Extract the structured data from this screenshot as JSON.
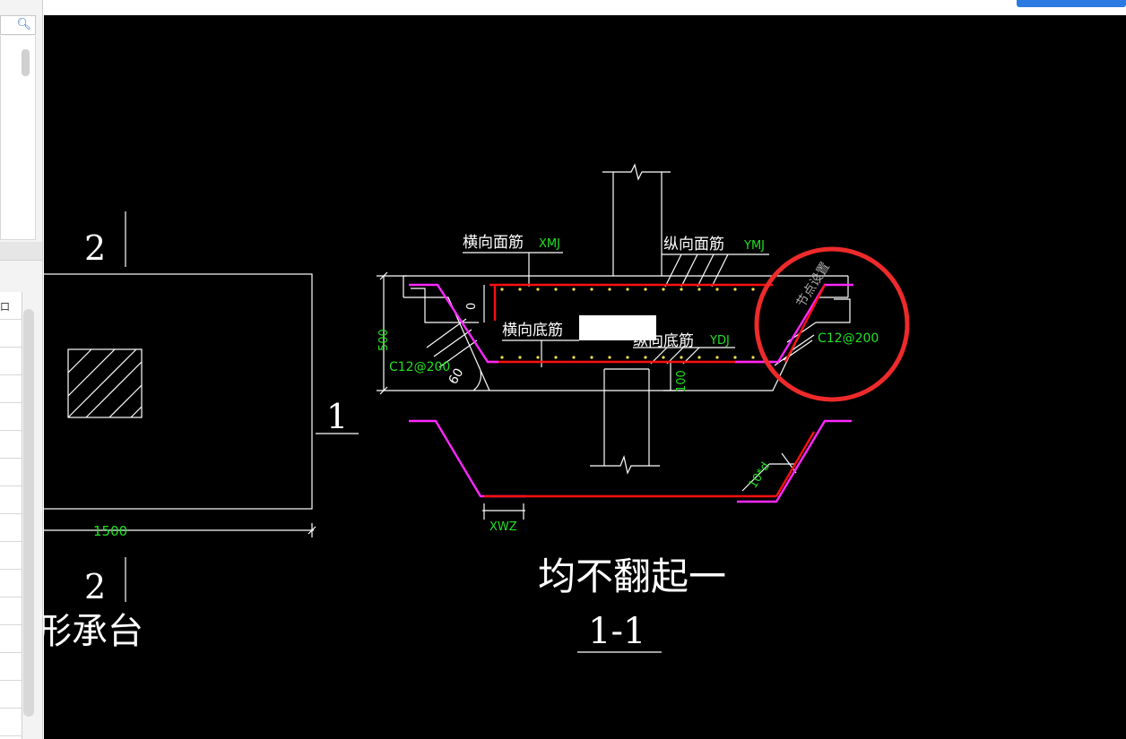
{
  "window": {
    "search_icon": "magnifier-icon",
    "grid_cell_text": "口"
  },
  "colors": {
    "canvas_bg": "#000000",
    "line_white": "#ffffff",
    "rebar_red": "#ff1010",
    "rebar_magenta": "#ff28ff",
    "annotation_green": "#22e022",
    "highlight_circle": "#ee2a2a"
  },
  "drawing": {
    "plan": {
      "section_mark_2_top": "2",
      "section_mark_1": "1",
      "section_mark_2_bottom": "2",
      "dim_width": "1500",
      "caption": "形承台"
    },
    "section": {
      "label_top_transverse_cn": "横向面筋",
      "label_top_transverse_code": "XMJ",
      "label_top_longitudinal_cn": "纵向面筋",
      "label_top_longitudinal_code": "YMJ",
      "label_bottom_transverse_cn": "横向底筋",
      "label_bottom_longitudinal_cn": "纵向底筋",
      "label_bottom_longitudinal_code": "YDJ",
      "dim_height": "500",
      "dim_zero": "0",
      "rebar_left": "C12@200",
      "angle": "60",
      "dim_cover": "100",
      "rebar_right": "C12@200",
      "node_note": "节点设置",
      "dim_anchor": "10*d",
      "dim_xwz": "XWZ",
      "note_no_bend": "均不翻起一",
      "section_title": "1-1"
    }
  }
}
